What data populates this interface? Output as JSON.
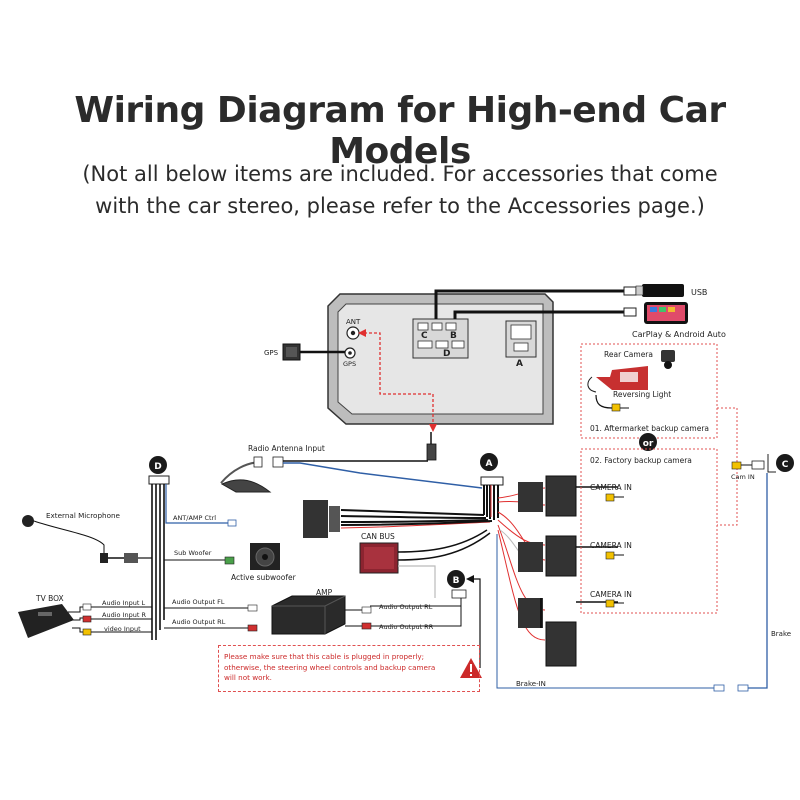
{
  "title": "Wiring Diagram for High-end Car Models",
  "subtitle": {
    "line1": "(Not all below items are included. For accessories that come",
    "line2": "with the car stereo, please refer to the Accessories page.)"
  },
  "head_unit": {
    "ant_label": "ANT",
    "gps_port_label": "GPS",
    "port_c": "C",
    "port_b": "B",
    "port_d": "D",
    "port_a": "A"
  },
  "peripherals": {
    "usb": "USB",
    "carplay": "CarPlay & Android Auto",
    "gps_module": "GPS",
    "radio_antenna": "Radio Antenna Input",
    "external_mic": "External Microphone",
    "tv_box": "TV BOX",
    "active_sub": "Active subwoofer",
    "amp": "AMP",
    "can_bus": "CAN BUS"
  },
  "harness_d": {
    "marker": "D",
    "ant_amp_ctrl": "ANT/AMP Ctrl",
    "sub_woofer": "Sub Woofer",
    "audio_input_l": "Audio Input L",
    "audio_input_r": "Audio Input R",
    "video_input": "video Input",
    "audio_output_fl": "Audio Output FL",
    "audio_output_rl_front": "Audio Output RL",
    "audio_output_rl": "Audio Output RL",
    "audio_output_rr": "Audio Output RR"
  },
  "markers": {
    "a": "A",
    "b": "B",
    "c": "C",
    "or": "or"
  },
  "camera": {
    "rear_camera": "Rear Camera",
    "reversing_light": "Reversing Light",
    "option1": "01. Aftermarket backup camera",
    "option2": "02. Factory backup camera",
    "camera_in_1": "CAMERA IN",
    "camera_in_2": "CAMERA IN",
    "camera_in_3": "CAMERA IN",
    "cam_in": "Cam IN",
    "brake": "Brake",
    "brake_in": "Brake-IN"
  },
  "warning": {
    "text": "Please make sure that this cable is plugged in properly; otherwise, the steering wheel controls and backup camera will not work."
  },
  "colors": {
    "title": "#2b2b2b",
    "warning": "#cc2a2a",
    "dashed_red": "#e05050",
    "wire_blue": "#2f5fa6",
    "marker_fill": "#1a1a1a",
    "head_unit_fill": "#e6e6e6"
  }
}
